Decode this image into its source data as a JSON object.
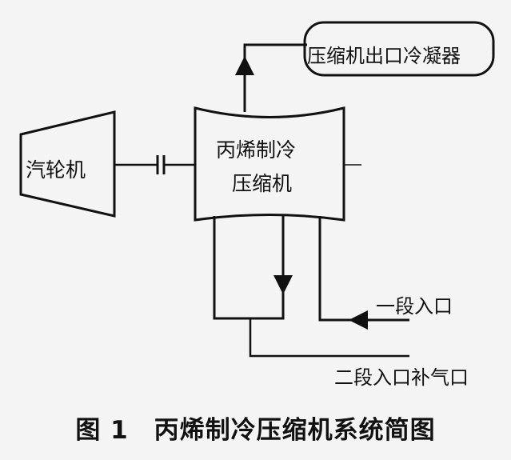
{
  "diagram": {
    "turbine_label": "汽轮机",
    "compressor_label_line1": "丙烯制冷",
    "compressor_label_line2": "压缩机",
    "condenser_label": "压缩机出口冷凝器",
    "inlet1_label": "一段入口",
    "inlet2_label": "二段入口补气口"
  },
  "caption": "图 1　丙烯制冷压缩机系统简图",
  "colors": {
    "line": "#111111",
    "background": "#f4f4f4"
  }
}
